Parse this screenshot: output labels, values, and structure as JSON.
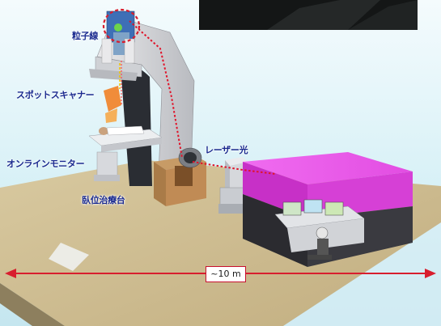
{
  "labels": {
    "particle_beam": "粒子線",
    "spot_scanner": "スポットスキャナー",
    "online_monitor": "オンラインモニター",
    "laser_light": "レーザー光",
    "patient_couch": "臥位治療台"
  },
  "dimension": {
    "text": "~10 m"
  },
  "colors": {
    "beam_path": "#e0142a",
    "laser_block": "#e83ce8",
    "platform_top": "#c9b78d",
    "background": "#d6f0f6"
  }
}
